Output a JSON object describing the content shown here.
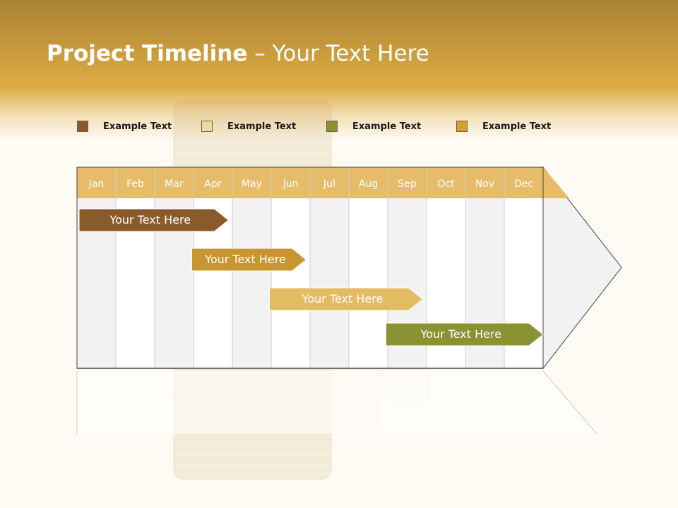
{
  "slide": {
    "title_bold": "Project Timeline",
    "title_rest": " – Your Text Here"
  },
  "legend": [
    {
      "label": "Example Text",
      "color": "#8b5a2b"
    },
    {
      "label": "Example Text",
      "color": "#f0d9a0"
    },
    {
      "label": "Example Text",
      "color": "#8a9232"
    },
    {
      "label": "Example Text",
      "color": "#d6a030"
    }
  ],
  "timeline": {
    "months": [
      "Jan",
      "Feb",
      "Mar",
      "Apr",
      "May",
      "Jun",
      "Jul",
      "Aug",
      "Sep",
      "Oct",
      "Nov",
      "Dec"
    ],
    "header_color": "#e6bc6a",
    "tasks": [
      {
        "label": "Your  Text Here",
        "start_month": 1.0,
        "end_month": 4.9,
        "color": "#8b5a2b"
      },
      {
        "label": "Your  Text Here",
        "start_month": 3.9,
        "end_month": 6.9,
        "color": "#c89630"
      },
      {
        "label": "Your  Text Here",
        "start_month": 5.9,
        "end_month": 9.9,
        "color": "#e3bb62"
      },
      {
        "label": "Your  Text Here",
        "start_month": 8.9,
        "end_month": 13.0,
        "color": "#8a9232"
      }
    ]
  }
}
